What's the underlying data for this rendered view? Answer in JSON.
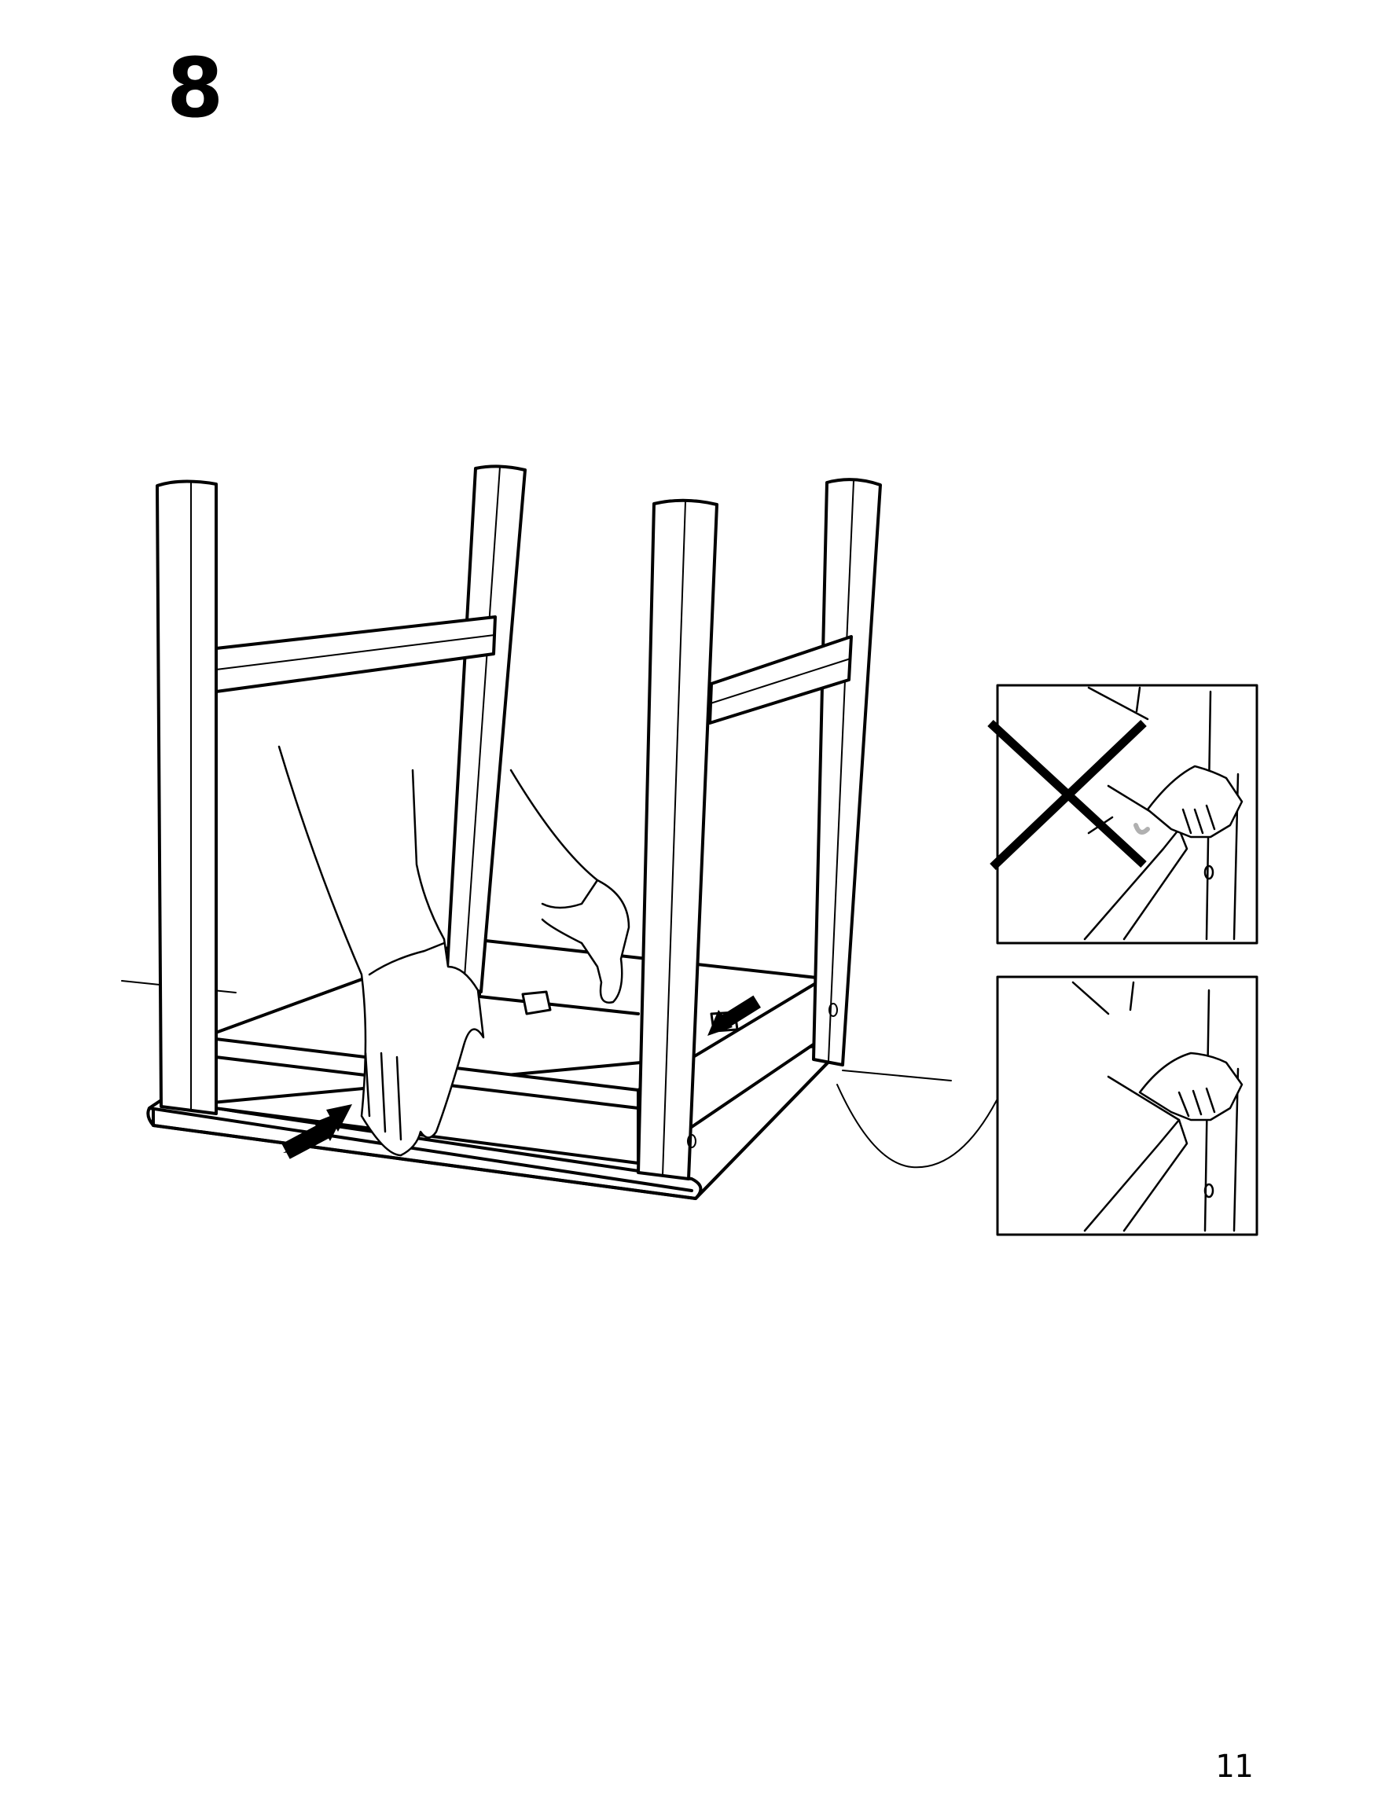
{
  "page": {
    "step_number": "8",
    "page_number": "11"
  },
  "illustration": {
    "subject": "table-frame-assembly",
    "details": [
      {
        "id": "detail-incorrect",
        "status": "incorrect",
        "marker": "x-mark-icon"
      },
      {
        "id": "detail-correct",
        "status": "correct"
      }
    ],
    "arrows": [
      "push-arrow-icon",
      "push-arrow-icon"
    ]
  },
  "colors": {
    "line": "#000000",
    "background": "#ffffff",
    "highlight": "#b0b0b0"
  }
}
